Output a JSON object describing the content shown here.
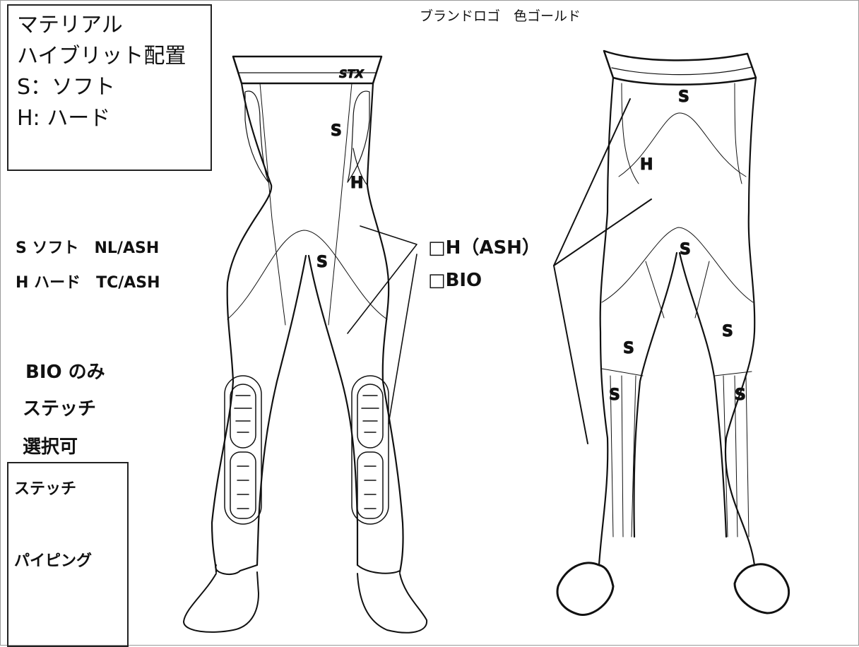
{
  "legend": {
    "lines": [
      "マテリアル",
      "ハイブリット配置",
      "S：ソフト",
      "H: ハード"
    ]
  },
  "brand_note": "ブランドロゴ　色ゴールド",
  "materials": {
    "soft": "S ソフト　NL/ASH",
    "hard": "H ハード　TC/ASH"
  },
  "options": {
    "h_ash": "□H（ASH）",
    "bio": "□BIO"
  },
  "bio_note": [
    "BIO のみ",
    "ステッチ",
    "選択可"
  ],
  "stitch_box": {
    "stitch": "ステッチ",
    "piping": "パイピング"
  },
  "front": {
    "logo": "STX",
    "zones": [
      "S",
      "H",
      "S"
    ]
  },
  "back": {
    "zones": [
      "S",
      "H",
      "S",
      "S",
      "S",
      "S",
      "S"
    ]
  }
}
